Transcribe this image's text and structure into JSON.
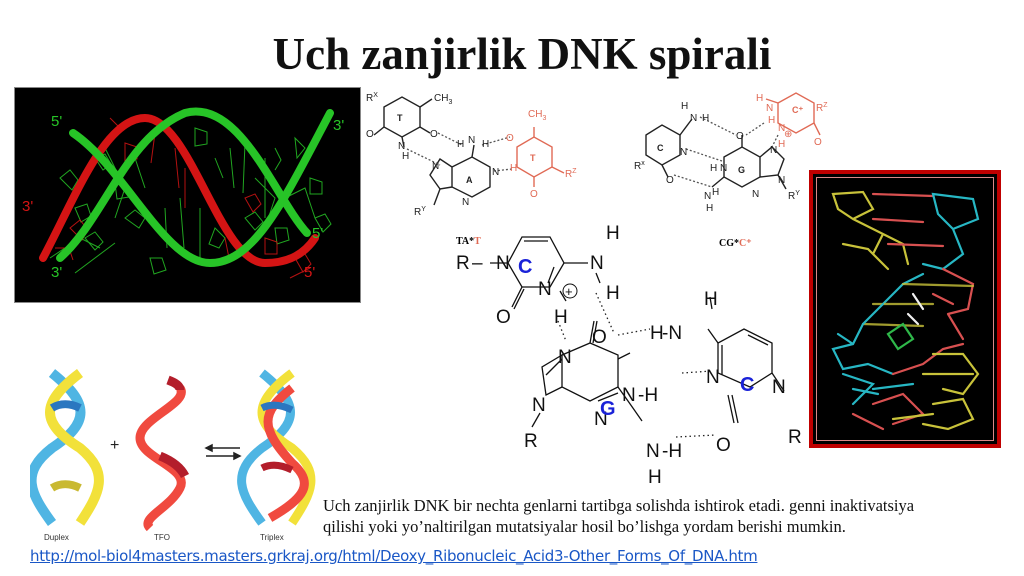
{
  "slide": {
    "title": "Uch zanjirlik DNK spirali",
    "caption_line1": "Uch zanjirlik DNK bir nechta genlarni tartibga solishda ishtirok etadi. genni inaktivatsiya",
    "caption_line2": "qilishi yoki yo’naltirilgan mutatsiyalar hosil bo’lishga yordam berishi mumkin.",
    "source_link": "http://mol-biol4masters.masters.grkraj.org/html/Deoxy_Ribonucleic_Acid3-Other_Forms_Of_DNA.htm"
  },
  "helix_photo": {
    "labels": {
      "top_left": "5'",
      "top_right": "3'",
      "mid_left": "3'",
      "bottom_left": "3'",
      "mid_right": "5'",
      "bottom_right": "5'"
    },
    "colors": {
      "strand_a": "#27c427",
      "strand_b": "#d41414",
      "background": "#000000"
    }
  },
  "tat_triplet": {
    "label_prefix": "TA*",
    "label_suffix": "T",
    "atoms": {
      "rx": "R",
      "rx_sup": "X",
      "ch3_left": "CH3",
      "t_left": "T",
      "a_center": "A",
      "ry": "R",
      "ry_sup": "Y",
      "ch3_right": "CH3",
      "t_right": "T",
      "rz": "R",
      "rz_sup": "Z",
      "n": "N",
      "o": "O",
      "h": "H"
    }
  },
  "cgc_triplet": {
    "label_prefix": "CG*",
    "label_suffix": "C⁺",
    "atoms": {
      "c_left": "C",
      "g_center": "G",
      "c_plus": "C⁺",
      "rx": "R",
      "ry": "R",
      "rz": "R",
      "rx_sup": "X",
      "ry_sup": "Y",
      "rz_sup": "Z",
      "plus": "⊕"
    }
  },
  "large_triplet": {
    "c_top": "C",
    "g_center": "G",
    "c_right": "C",
    "r": "R",
    "n": "N",
    "o": "O",
    "h": "H",
    "plus": "+"
  },
  "triplex_diagram": {
    "labels": [
      "Duplex",
      "TFO",
      "Triplex"
    ],
    "plus": "+",
    "colors": {
      "yellow": "#f2e13a",
      "olive": "#c9b932",
      "light_blue": "#4fb5e3",
      "blue": "#2b77c0",
      "red": "#f04a3f",
      "dark_red": "#b31e2b"
    }
  },
  "colors": {
    "title": "#111111",
    "link": "#1a57c6",
    "frame_red": "#c00000",
    "base_blue": "#1a22d8",
    "third_strand": "#e06a55"
  }
}
